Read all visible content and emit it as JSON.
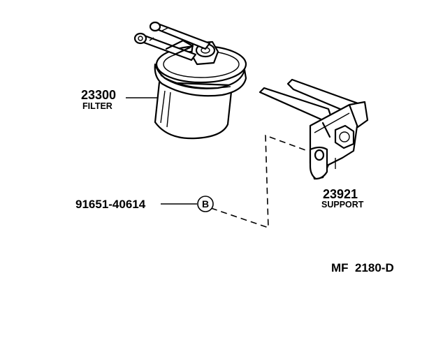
{
  "diagram": {
    "filter": {
      "part_number": "23300",
      "name": "FILTER"
    },
    "support": {
      "part_number": "23921",
      "name": "SUPPORT"
    },
    "bolt": {
      "part_number": "91651-40614",
      "callout": "B"
    },
    "figure_code": "MF  2180-D"
  }
}
